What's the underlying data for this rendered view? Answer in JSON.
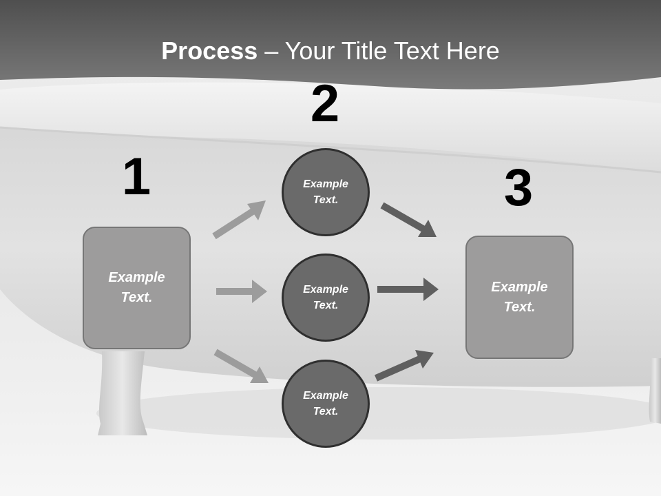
{
  "title": {
    "bold": "Process",
    "rest": " – Your Title Text Here"
  },
  "steps": [
    {
      "number": "1",
      "lines": [
        "Example",
        "Text."
      ]
    },
    {
      "number": "2",
      "circles": [
        {
          "lines": [
            "Example",
            "Text."
          ]
        },
        {
          "lines": [
            "Example",
            "Text."
          ]
        },
        {
          "lines": [
            "Example",
            "Text."
          ]
        }
      ]
    },
    {
      "number": "3",
      "lines": [
        "Example",
        "Text."
      ]
    }
  ],
  "colors": {
    "header": "#5b5b5b",
    "box_fill": "#9d9c9c",
    "circle_fill": "#6a6a6a",
    "arrow_light": "#9c9c9c",
    "arrow_dark": "#5f5f5f"
  }
}
